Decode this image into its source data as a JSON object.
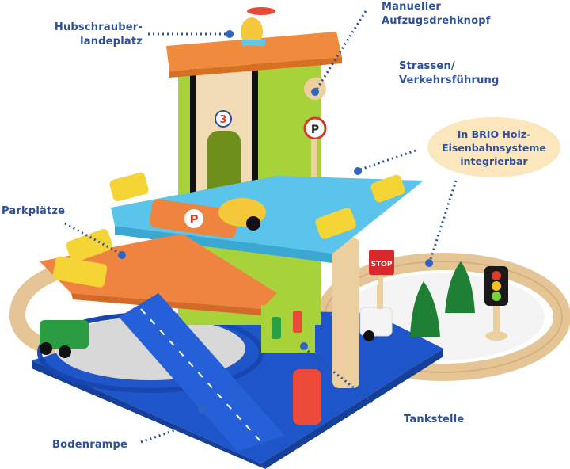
{
  "image": {
    "subject": "Wooden toy parking garage with train track",
    "colors": {
      "label_text": "#2e4f9a",
      "pointer_dot": "#2f63c4",
      "bubble_bg": "#fbe6bd",
      "roof_orange": "#f08a3c",
      "tower_green": "#a8d23a",
      "level_blue": "#5bc4ea",
      "level_orange": "#ee8440",
      "base_blue": "#1e55c9",
      "wood": "#e8c99a"
    }
  },
  "labels": {
    "helipad": {
      "line1": "Hubschrauber-",
      "line2": "landeplatz"
    },
    "elevator_knob": {
      "line1": "Manueller",
      "line2": "Aufzugsdrehknopf"
    },
    "roads": {
      "line1": "Strassen/",
      "line2": "Verkehrsführung"
    },
    "brio": {
      "line1": "In BRIO Holz-",
      "line2": "Eisenbahnsysteme",
      "line3": "integrierbar"
    },
    "parking": {
      "line1": "Parkplätze"
    },
    "gas_station": {
      "line1": "Tankstelle"
    },
    "ground_ramp": {
      "line1": "Bodenrampe"
    }
  },
  "toy_signs": {
    "level_number": "3",
    "parking_sign": "P",
    "stop_sign": "STOP"
  }
}
